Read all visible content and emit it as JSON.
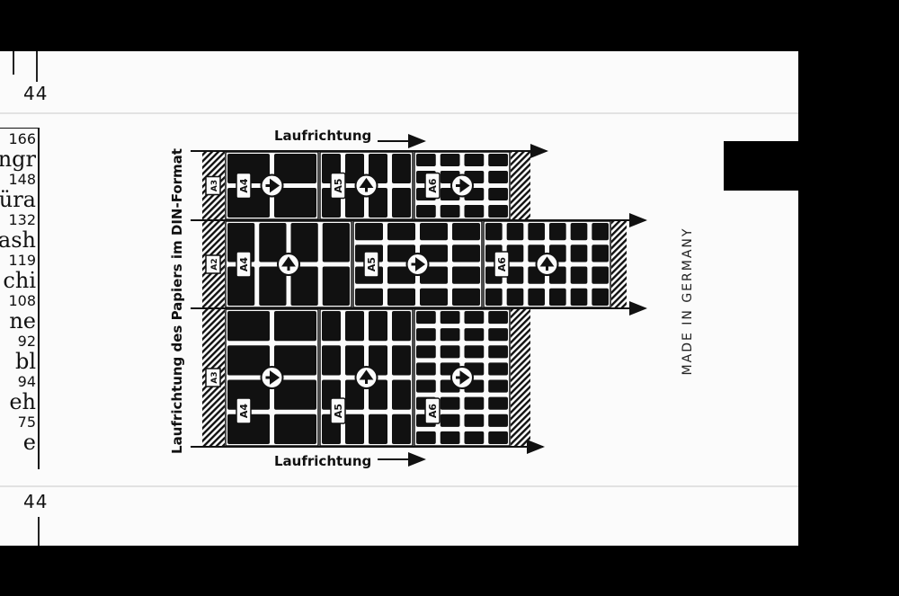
{
  "page_number_top": "44",
  "page_number_bottom": "44",
  "left_column": [
    {
      "text": "166",
      "kind": "small"
    },
    {
      "text": "ngr",
      "kind": "big"
    },
    {
      "text": "148",
      "kind": "small"
    },
    {
      "text": "üra",
      "kind": "big"
    },
    {
      "text": "132",
      "kind": "small"
    },
    {
      "text": "ash",
      "kind": "big"
    },
    {
      "text": "119",
      "kind": "small"
    },
    {
      "text": "chi",
      "kind": "big"
    },
    {
      "text": "108",
      "kind": "small"
    },
    {
      "text": "ne",
      "kind": "big"
    },
    {
      "text": "92",
      "kind": "small"
    },
    {
      "text": "bl",
      "kind": "big"
    },
    {
      "text": "94",
      "kind": "small"
    },
    {
      "text": "eh",
      "kind": "big"
    },
    {
      "text": "75",
      "kind": "small"
    },
    {
      "text": "e",
      "kind": "big"
    }
  ],
  "diagram": {
    "vertical_label": "Laufrichtung des Papiers im DIN-Format",
    "top_label": "Laufrichtung",
    "bottom_label": "Laufrichtung",
    "side_labels": [
      "A3",
      "A2",
      "A3"
    ],
    "rows": [
      {
        "cells": [
          {
            "label": "A4",
            "arrow": "right"
          },
          {
            "label": "A5",
            "arrow": "up"
          },
          {
            "label": "A6",
            "arrow": "right"
          }
        ]
      },
      {
        "cells": [
          {
            "label": "A4",
            "arrow": "up"
          },
          {
            "label": "A5",
            "arrow": "right"
          },
          {
            "label": "A6",
            "arrow": "up"
          }
        ]
      },
      {
        "cells": [
          {
            "label": "A4",
            "arrow": "right"
          },
          {
            "label": "A5",
            "arrow": "up"
          },
          {
            "label": "A6",
            "arrow": "right"
          }
        ]
      }
    ]
  },
  "made_in": "MADE IN GERMANY",
  "colors": {
    "ink": "#111111",
    "paper": "#fbfbfb",
    "background": "#000000"
  }
}
